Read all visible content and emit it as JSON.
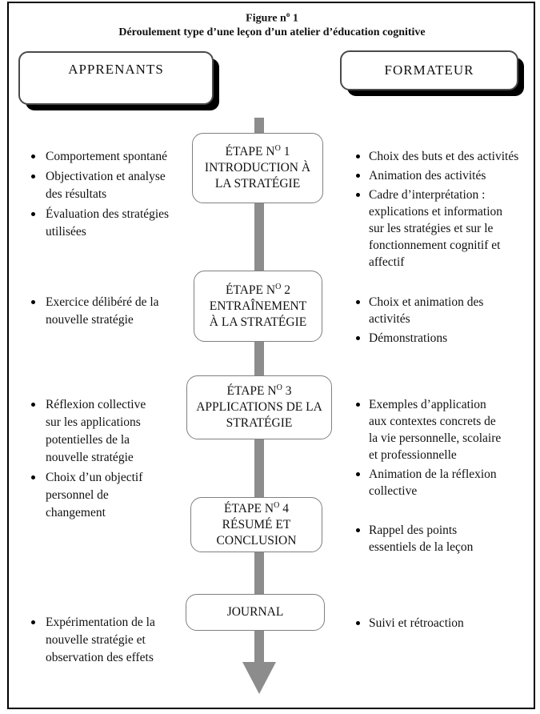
{
  "figure": {
    "title_line1_pre": "Figure n",
    "title_line1_sup": "o",
    "title_line1_post": " 1",
    "title_line2": "Déroulement type d’une leçon d’un atelier d’éducation cognitive"
  },
  "headers": {
    "left": "APPRENANTS",
    "right": "FORMATEUR"
  },
  "flow": {
    "steps": [
      {
        "pre": "ÉTAPE N",
        "sup": "O",
        "post": " 1",
        "line2": "INTRODUCTION À",
        "line3": "LA STRATÉGIE"
      },
      {
        "pre": "ÉTAPE N",
        "sup": "O",
        "post": " 2",
        "line2": "ENTRAÎNEMENT",
        "line3": "À LA STRATÉGIE"
      },
      {
        "pre": "ÉTAPE N",
        "sup": "O",
        "post": " 3",
        "line2": "APPLICATIONS DE LA",
        "line3": "STRATÉGIE"
      },
      {
        "pre": "ÉTAPE N",
        "sup": "O",
        "post": " 4",
        "line2": "RÉSUMÉ ET",
        "line3": "CONCLUSION"
      },
      {
        "label": "JOURNAL"
      }
    ]
  },
  "apprenants": {
    "step1": [
      "Comportement spontané",
      "Objectivation et analyse\ndes résultats",
      "Évaluation des stratégies\nutilisées"
    ],
    "step2": [
      "Exercice délibéré de la\nnouvelle stratégie"
    ],
    "step3": [
      "Réflexion collective\nsur les applications\npotentielles de la\nnouvelle stratégie",
      "Choix d’un objectif\npersonnel de\nchangement"
    ],
    "journal": [
      "Expérimentation de la\nnouvelle stratégie et\nobservation des effets"
    ]
  },
  "formateur": {
    "step1": [
      "Choix des buts et des activités",
      "Animation des activités",
      "Cadre d’interprétation :\nexplications et information\nsur les stratégies et sur le\nfonctionnement cognitif et\naffectif"
    ],
    "step2": [
      "Choix et animation des\nactivités",
      "Démonstrations"
    ],
    "step3": [
      "Exemples d’application\naux contextes concrets de\nla vie personnelle, scolaire\net professionnelle",
      "Animation de la réflexion\ncollective"
    ],
    "step4": [
      "Rappel des points\nessentiels de la leçon"
    ],
    "journal": [
      "Suivi et rétroaction"
    ]
  },
  "colors": {
    "arrow_gray": "#8c8c8c",
    "step_box_border": "#808080",
    "header_box_border": "#4a4a4a",
    "shadow": "#000000",
    "frame_border": "#000000"
  }
}
